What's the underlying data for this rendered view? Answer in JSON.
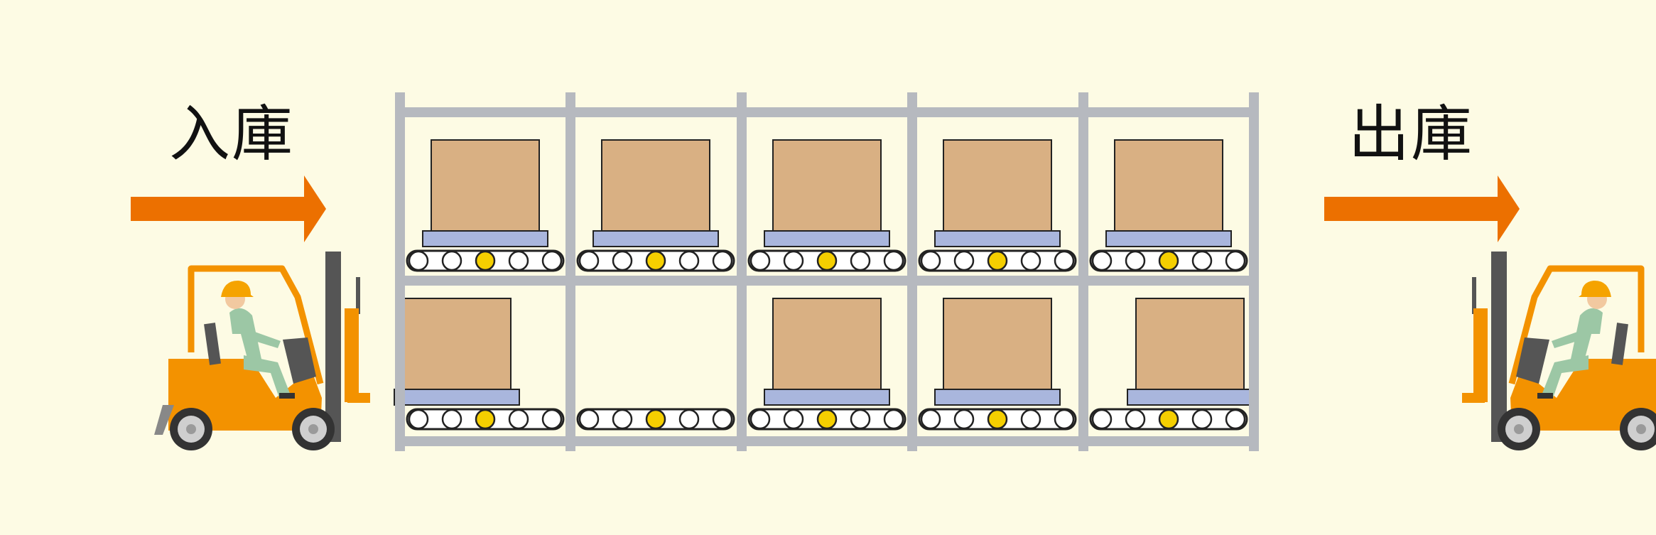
{
  "labels": {
    "inbound": "入庫",
    "outbound": "出庫"
  },
  "colors": {
    "background": "#fdfbe4",
    "arrow": "#ec7000",
    "rack_frame": "#b6b9bf",
    "carton": "#d9b083",
    "pallet": "#a9b6dd",
    "roller": "#ffffff",
    "roller_highlight": "#f5cf00",
    "forklift_body": "#f39200",
    "forklift_mast": "#555555",
    "worker_uniform": "#9cc7a5",
    "worker_helmet": "#f5a300"
  },
  "rack": {
    "columns": 5,
    "levels": 2,
    "bays": [
      {
        "level": "upper",
        "column": 1,
        "carton": true,
        "position": "center"
      },
      {
        "level": "upper",
        "column": 2,
        "carton": true,
        "position": "center"
      },
      {
        "level": "upper",
        "column": 3,
        "carton": true,
        "position": "center"
      },
      {
        "level": "upper",
        "column": 4,
        "carton": true,
        "position": "center"
      },
      {
        "level": "upper",
        "column": 5,
        "carton": true,
        "position": "center"
      },
      {
        "level": "lower",
        "column": 1,
        "carton": true,
        "position": "entry"
      },
      {
        "level": "lower",
        "column": 2,
        "carton": false,
        "position": "none"
      },
      {
        "level": "lower",
        "column": 3,
        "carton": true,
        "position": "center"
      },
      {
        "level": "lower",
        "column": 4,
        "carton": true,
        "position": "center"
      },
      {
        "level": "lower",
        "column": 5,
        "carton": true,
        "position": "exit"
      }
    ]
  },
  "forklifts": [
    {
      "side": "inbound",
      "facing": "right"
    },
    {
      "side": "outbound",
      "facing": "left"
    }
  ]
}
